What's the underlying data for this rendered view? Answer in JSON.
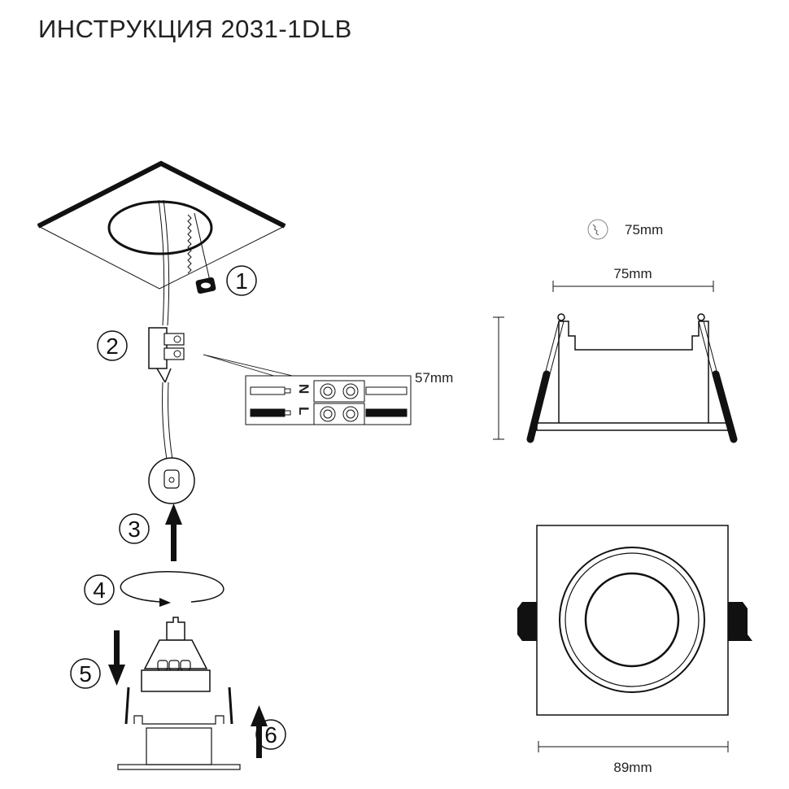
{
  "title": "ИНСТРУКЦИЯ 2031-1DLB",
  "steps": [
    "1",
    "2",
    "3",
    "4",
    "5",
    "6"
  ],
  "wiring": {
    "neutral": "N",
    "live": "L"
  },
  "dimensions": {
    "cutout": "75mm",
    "width": "75mm",
    "height": "57mm",
    "outer": "89mm"
  },
  "icons": [
    "saw-cutout-icon"
  ]
}
